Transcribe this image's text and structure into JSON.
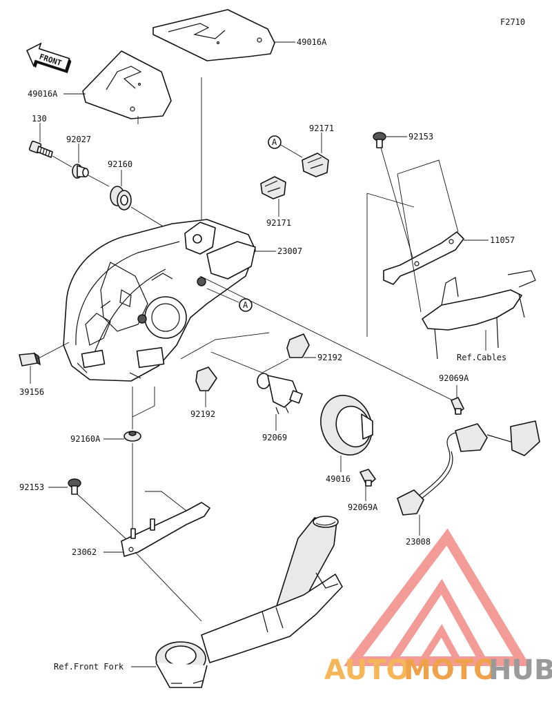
{
  "figure_code": "F2710",
  "front_label": "FRONT",
  "callout_letter": "A",
  "watermark": {
    "word_a": "AUTO",
    "word_b": "MOTO",
    "word_c": "HUB",
    "color_a": "#f5b65a",
    "color_b": "#f0a24a",
    "color_c": "#9a9a9a",
    "mark_color": "#f08a86"
  },
  "labels": {
    "p49016A_top": "49016A",
    "p49016A_left": "49016A",
    "p130": "130",
    "p92027": "92027",
    "p92160": "92160",
    "p92171_a": "92171",
    "p92171_b": "92171",
    "p92153_top": "92153",
    "p11057": "11057",
    "p23007": "23007",
    "ref_cables": "Ref.Cables",
    "p92192_right": "92192",
    "p92192_left": "92192",
    "p92069": "92069",
    "p92069A_top": "92069A",
    "p92069A_bottom": "92069A",
    "p49016": "49016",
    "p39156": "39156",
    "p92160A": "92160A",
    "p92153_bottom": "92153",
    "p23062": "23062",
    "p23008": "23008",
    "ref_front_fork": "Ref.Front Fork"
  }
}
